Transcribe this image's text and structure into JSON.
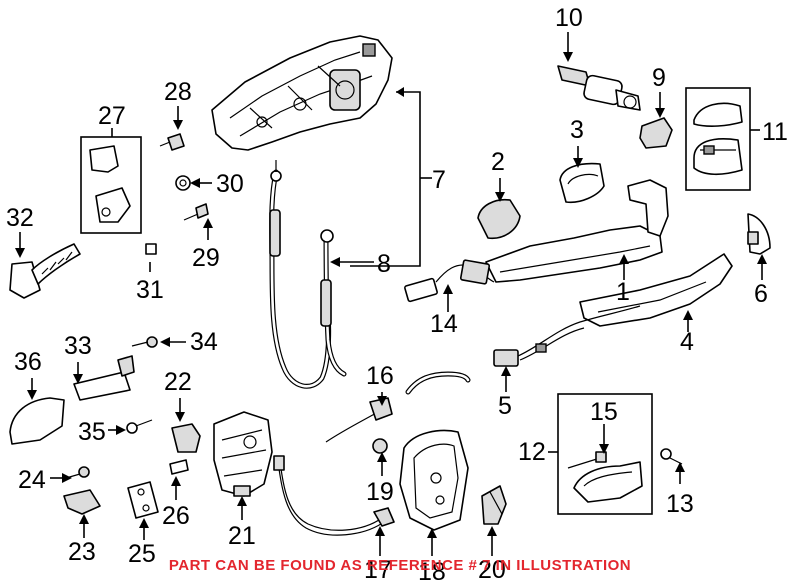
{
  "colors": {
    "background": "#ffffff",
    "line": "#000000",
    "footer_text": "#e3262e",
    "part_fill": "#ffffff",
    "part_shade": "#dcdcdc"
  },
  "callouts": {
    "c1": "1",
    "c2": "2",
    "c3": "3",
    "c4": "4",
    "c5": "5",
    "c6": "6",
    "c7": "7",
    "c8": "8",
    "c9": "9",
    "c10": "10",
    "c11": "11",
    "c12": "12",
    "c13": "13",
    "c14": "14",
    "c15": "15",
    "c16": "16",
    "c17": "17",
    "c18": "18",
    "c19": "19",
    "c20": "20",
    "c21": "21",
    "c22": "22",
    "c23": "23",
    "c24": "24",
    "c25": "25",
    "c26": "26",
    "c27": "27",
    "c28": "28",
    "c29": "29",
    "c30": "30",
    "c31": "31",
    "c32": "32",
    "c33": "33",
    "c34": "34",
    "c35": "35",
    "c36": "36"
  },
  "footer": {
    "note": "PART CAN BE FOUND AS REFERENCE # 7 IN ILLUSTRATION"
  }
}
